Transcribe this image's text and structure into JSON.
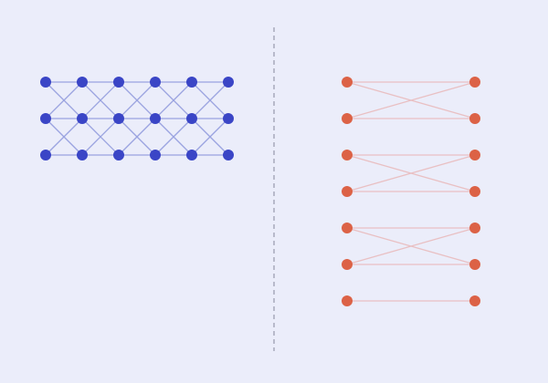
{
  "colors": {
    "background": "#ebedfa",
    "left_node": "#3a45c6",
    "left_edge": "#9aa3e0",
    "right_node": "#dc6246",
    "right_edge": "#e9c0c3",
    "divider": "#a7aabb"
  },
  "left_graph": {
    "name": "grid-lattice",
    "columns": 6,
    "rows": 3,
    "edge_pattern": "horizontal-rows-and-diagonal-cross-links-between-adjacent-columns"
  },
  "right_graph": {
    "name": "bipartite-pairs",
    "left_nodes": 7,
    "right_nodes": 7,
    "edges": [
      [
        0,
        0
      ],
      [
        0,
        1
      ],
      [
        1,
        0
      ],
      [
        1,
        1
      ],
      [
        2,
        2
      ],
      [
        2,
        3
      ],
      [
        3,
        2
      ],
      [
        3,
        3
      ],
      [
        4,
        4
      ],
      [
        4,
        5
      ],
      [
        5,
        4
      ],
      [
        5,
        5
      ],
      [
        6,
        6
      ]
    ]
  }
}
